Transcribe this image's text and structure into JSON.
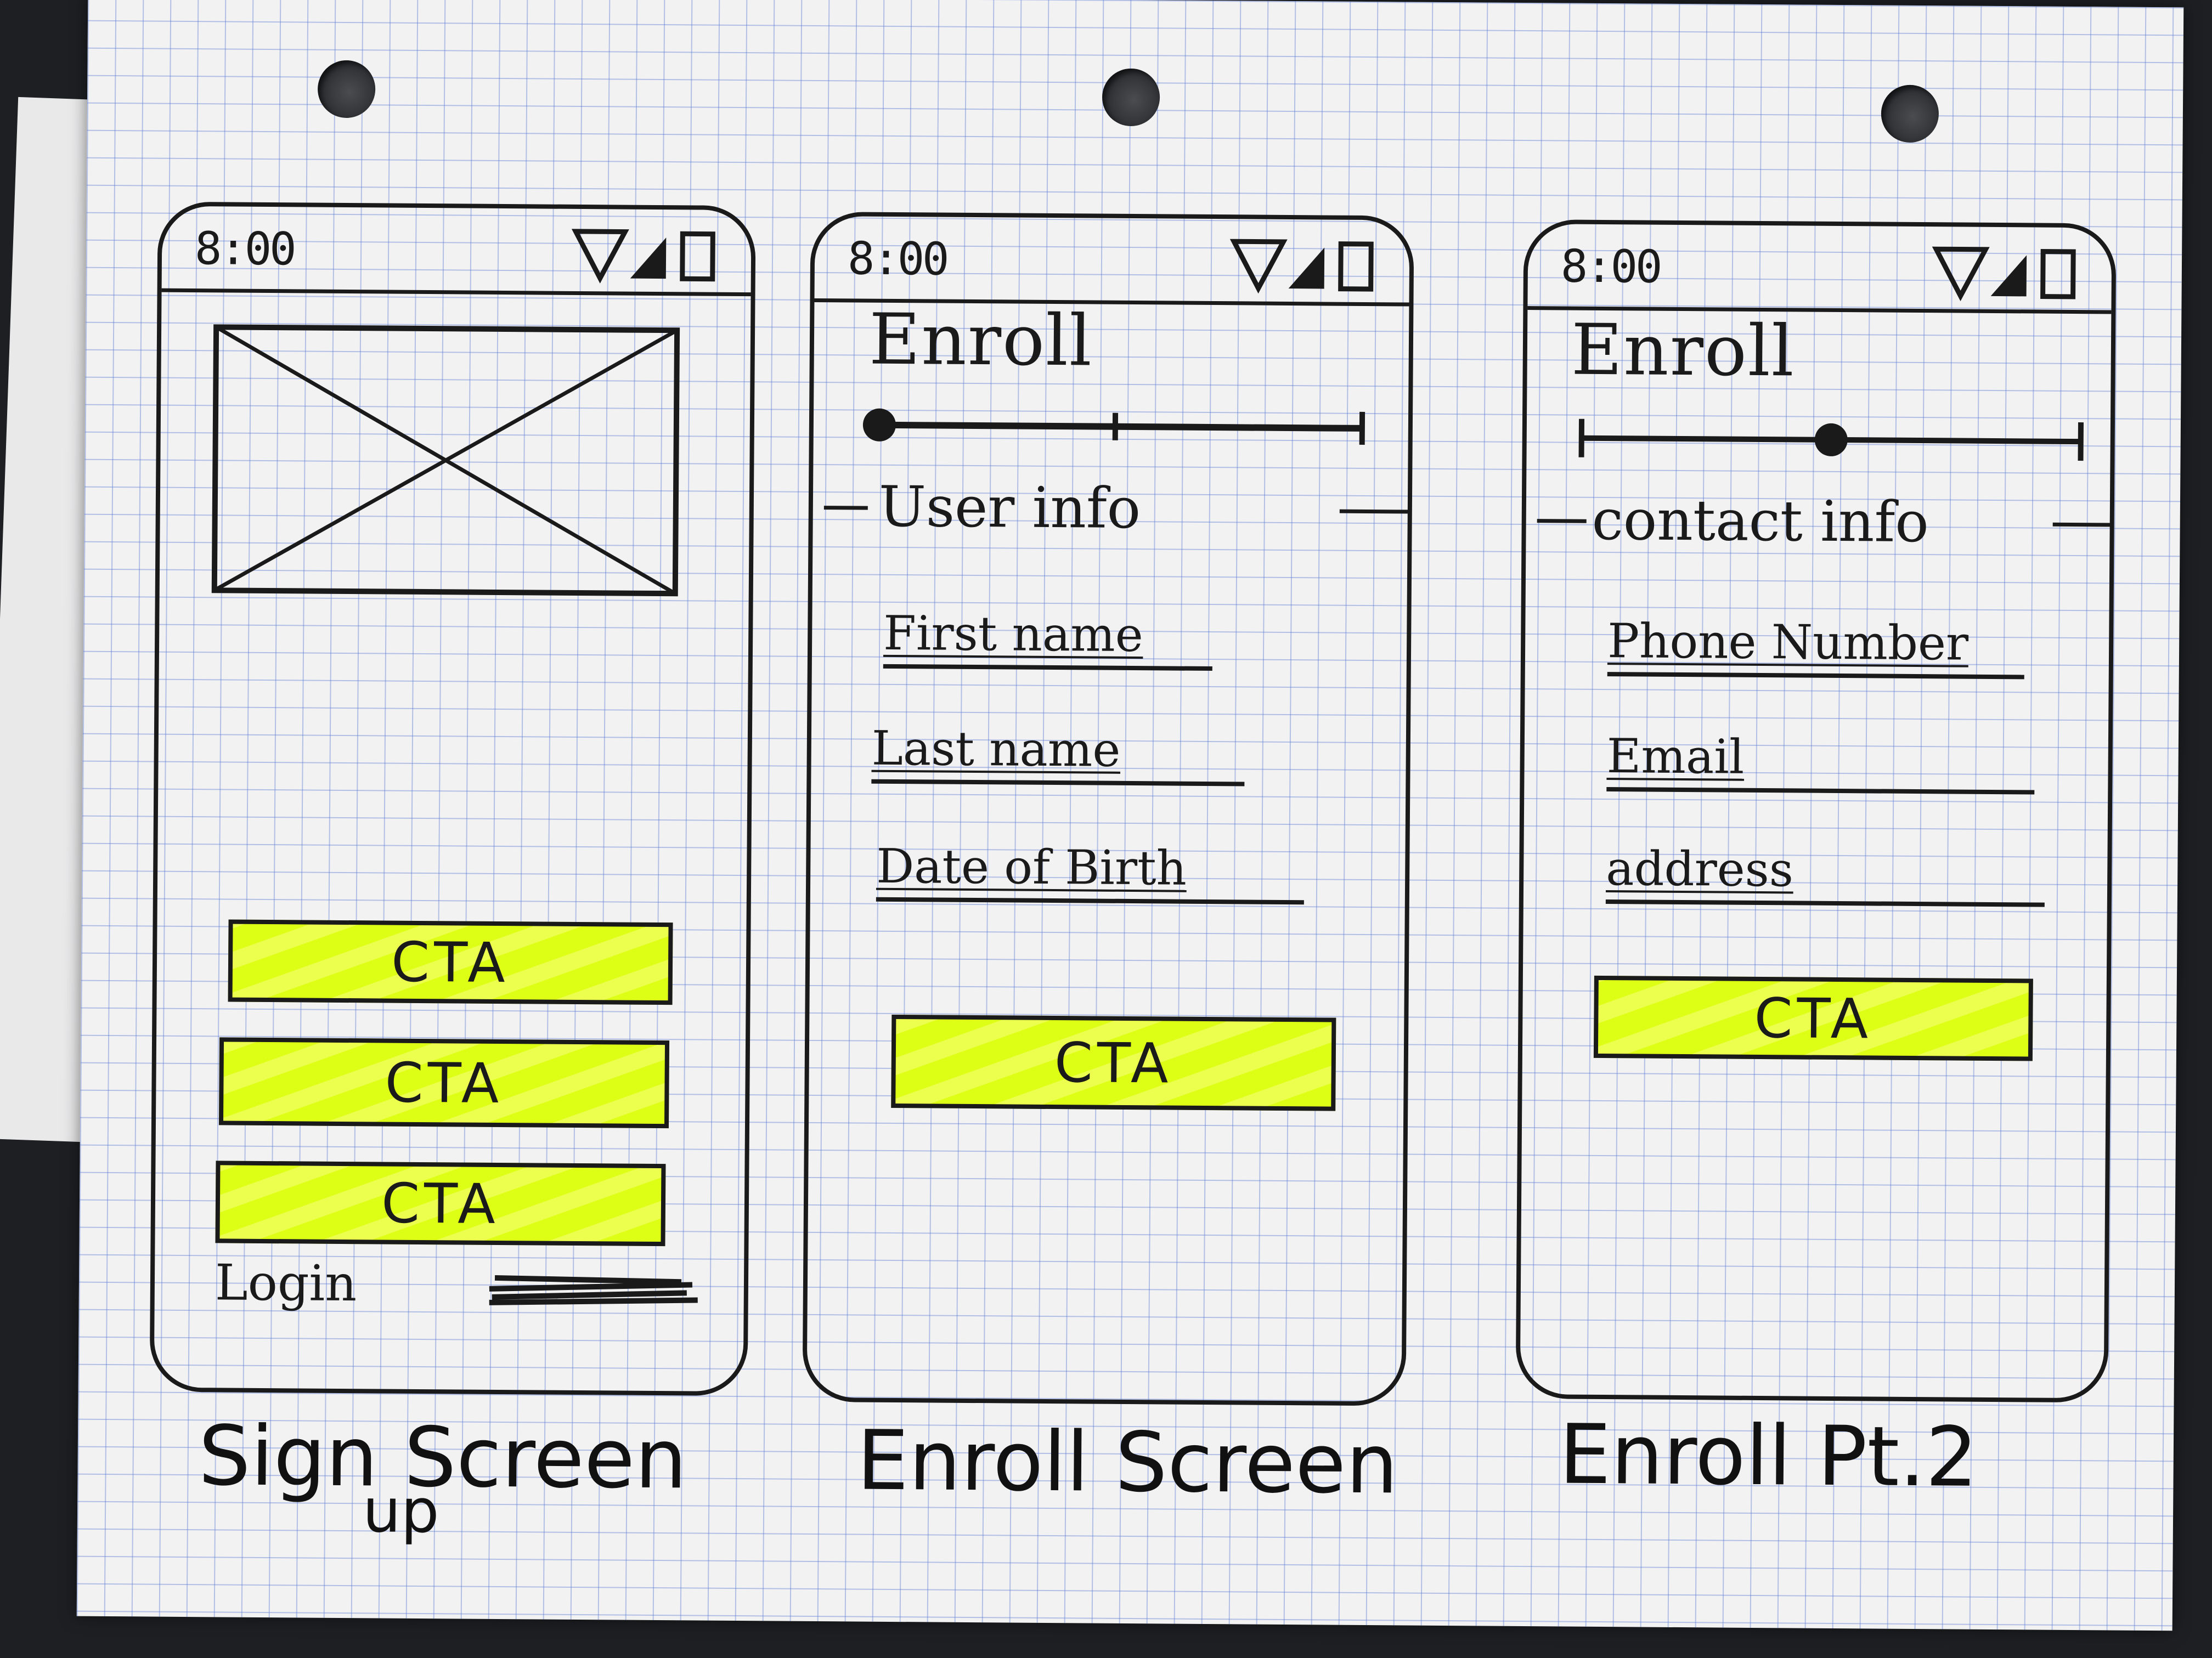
{
  "screens": [
    {
      "status_time": "8:00",
      "cta_buttons": [
        "CTA",
        "CTA",
        "CTA"
      ],
      "login_label": "Login",
      "caption": "Sign Screen",
      "caption_insert": "up"
    },
    {
      "status_time": "8:00",
      "title": "Enroll",
      "section_label": "User info",
      "fields": [
        "First name",
        "Last name",
        "Date of Birth"
      ],
      "cta_label": "CTA",
      "progress_step": 1,
      "progress_steps": 3,
      "caption": "Enroll Screen"
    },
    {
      "status_time": "8:00",
      "title": "Enroll",
      "section_label": "contact info",
      "fields": [
        "Phone Number",
        "Email",
        "address"
      ],
      "cta_label": "CTA",
      "progress_step": 2,
      "progress_steps": 3,
      "caption": "Enroll Pt.2"
    }
  ],
  "colors": {
    "ink": "#1a1a1a",
    "highlighter": "#e4ff2a",
    "grid": "#5a78d2"
  },
  "icons": [
    "wifi-icon",
    "signal-icon",
    "battery-icon"
  ]
}
